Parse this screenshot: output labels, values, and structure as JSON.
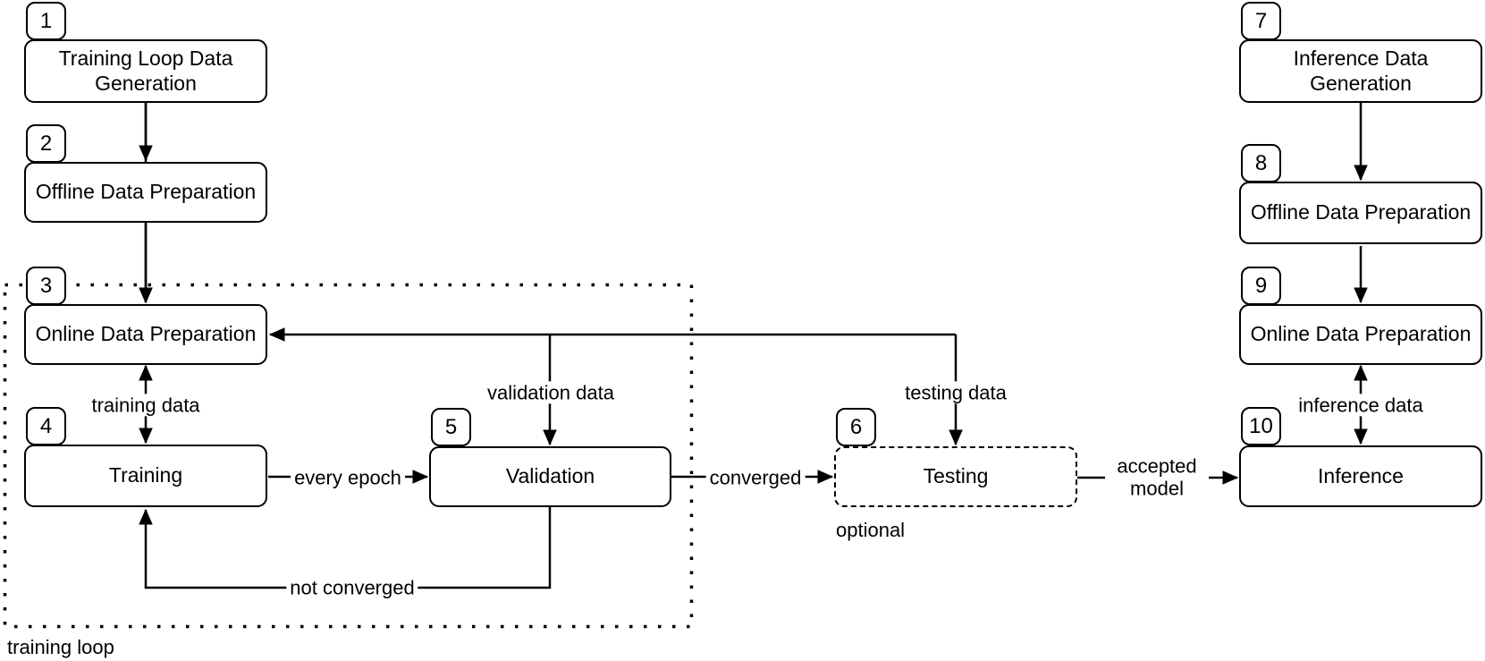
{
  "diagram": {
    "type": "flowchart",
    "background_color": "#ffffff",
    "stroke_color": "#000000",
    "node_fill_color": "#ffffff",
    "text_color": "#000000"
  },
  "nodes": [
    {
      "number": "1",
      "label": "Training Loop Data Generation"
    },
    {
      "number": "2",
      "label": "Offline Data Preparation"
    },
    {
      "number": "3",
      "label": "Online Data Preparation"
    },
    {
      "number": "4",
      "label": "Training"
    },
    {
      "number": "5",
      "label": "Validation"
    },
    {
      "number": "6",
      "label": "Testing"
    },
    {
      "number": "7",
      "label": "Inference Data Generation"
    },
    {
      "number": "8",
      "label": "Offline Data Preparation"
    },
    {
      "number": "9",
      "label": "Online Data Preparation"
    },
    {
      "number": "10",
      "label": "Inference"
    }
  ],
  "edge_labels": {
    "training_data": "training data",
    "validation_data": "validation data",
    "testing_data": "testing data",
    "inference_data": "inference data",
    "every_epoch": "every epoch",
    "converged": "converged",
    "not_converged": "not converged",
    "accepted_model": "accepted model"
  },
  "annotations": {
    "training_loop": "training loop",
    "optional": "optional"
  }
}
